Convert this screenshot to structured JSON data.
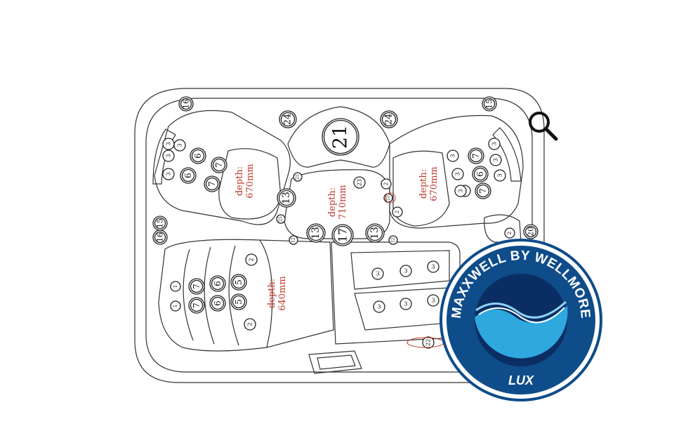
{
  "depths": [
    {
      "id": "seat-left-top",
      "text": "depth: 670mm"
    },
    {
      "id": "seat-center",
      "text": "depth: 710mm"
    },
    {
      "id": "seat-right",
      "text": "depth: 670mm"
    },
    {
      "id": "lounger",
      "text": "depth: 640mm"
    }
  ],
  "jets": {
    "n1": "1",
    "n2": "2",
    "n3": "3",
    "n5": "5",
    "n6": "6",
    "n7": "7",
    "n12": "12",
    "n13": "13",
    "n15": "15",
    "n16": "16",
    "n17": "17",
    "n20": "20",
    "n21": "21",
    "n22": "22",
    "n23": "23",
    "n24": "24",
    "n25": "25"
  },
  "logo": {
    "brand": "MAXXWELL BY WELLMORE",
    "sub": "LUX",
    "colors": {
      "ring": "#0f4c8a",
      "outer": "#0d3f78",
      "inner": "#0a2e63",
      "water": "#2fa8e0",
      "wave": "#8fd3f5"
    }
  },
  "icons": {
    "search": "search-icon"
  }
}
